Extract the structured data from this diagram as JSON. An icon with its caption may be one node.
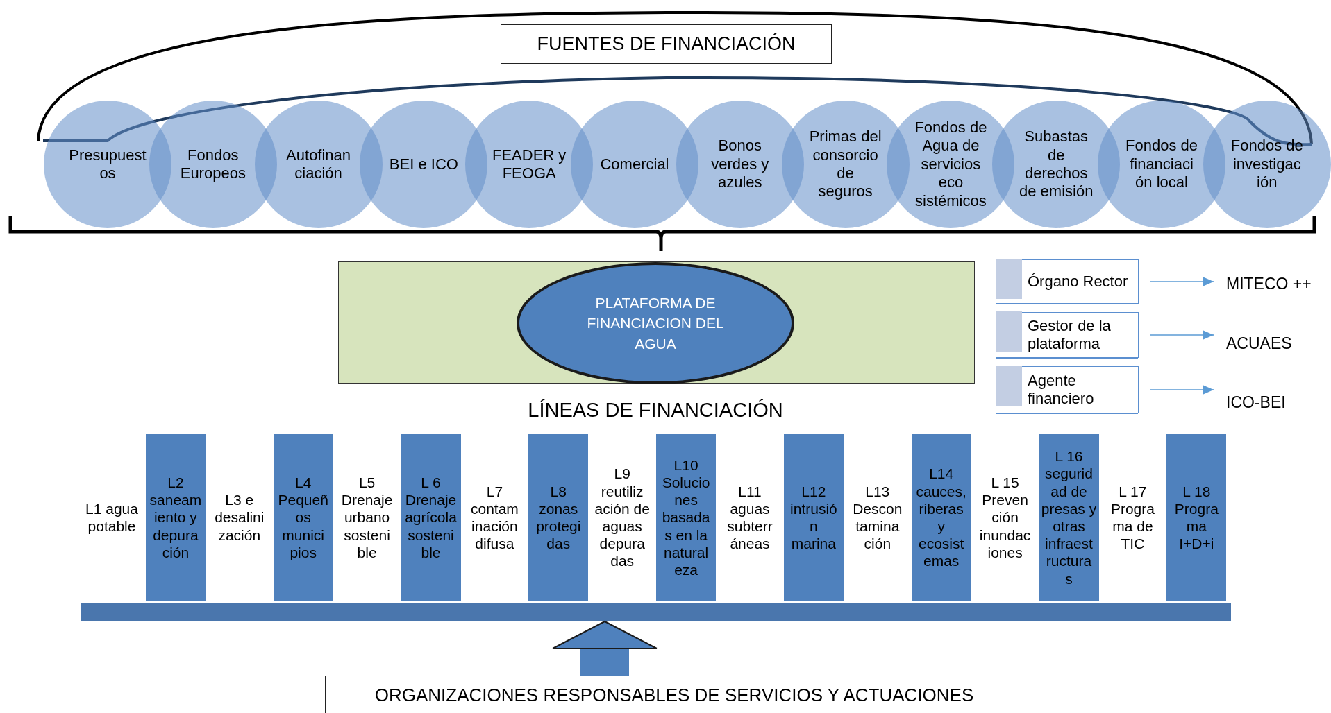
{
  "diagram": {
    "nodes": [
      {
        "text": [
          "FUENTES DE FINANCIACIÓN"
        ]
      },
      {
        "text": [
          "Presupuest os"
        ]
      },
      {
        "text": [
          "Fondos Europeos"
        ]
      },
      {
        "text": [
          "Autofinan ciación"
        ]
      },
      {
        "text": [
          "BEI e ICO"
        ]
      },
      {
        "text": [
          "FEADER y FEOGA"
        ]
      },
      {
        "text": [
          "Comercial"
        ]
      },
      {
        "text": [
          "Bonos verdes y azules"
        ]
      },
      {
        "text": [
          "Primas del consorcio de seguros"
        ]
      },
      {
        "text": [
          "Fondos de Agua de servicios eco sistémicos"
        ]
      },
      {
        "text": [
          "Subastas de derechos de emisión"
        ]
      },
      {
        "text": [
          "Fondos de financiaci ón local"
        ]
      },
      {
        "text": [
          "Fondos de investigac ión"
        ]
      },
      {
        "text": [],
        "shape": "box"
      },
      {
        "text": [
          "PLATAFORMA DE FINANCIACION DEL AGUA"
        ],
        "in": 13
      },
      {
        "text": [
          "Órgano Rector"
        ]
      },
      {
        "text": [
          "MITECO ++"
        ]
      },
      {
        "text": [
          "Gestor de la plataforma"
        ]
      },
      {
        "text": [
          "ACUAES"
        ]
      },
      {
        "text": [
          "Agente financiero"
        ]
      },
      {
        "text": [
          "ICO-BEI"
        ]
      },
      {
        "text": [
          "L1 agua potable"
        ]
      },
      {
        "text": [
          "L2 saneam iento y depura ción"
        ]
      },
      {
        "text": [
          "L3 e desalini zación"
        ]
      },
      {
        "text": [
          "L4 Pequeñ os munici pios"
        ]
      },
      {
        "text": [
          "L5 Drenaje urbano sosteni ble"
        ]
      },
      {
        "text": [
          "L 6 Drenaje agrícola sosteni ble"
        ]
      },
      {
        "text": [
          "L7 contam inación difusa"
        ]
      },
      {
        "text": [
          "L8 zonas protegi das"
        ]
      },
      {
        "text": [
          "L9 reutiliz ación de aguas depura das"
        ]
      },
      {
        "text": [
          "L10 Solucio nes basada s en la natural eza"
        ]
      },
      {
        "text": [
          "L11 aguas subterr áneas"
        ]
      },
      {
        "text": [
          "L12 intrusió n marina"
        ]
      },
      {
        "text": [
          "L13 Descon tamina ción"
        ]
      },
      {
        "text": [
          "L14 cauces, riberas y ecosist emas"
        ]
      },
      {
        "text": [
          "L 15 Preven ción inundac iones"
        ]
      },
      {
        "text": [
          "L 16 segurid ad de presas y otras infraest ructura s"
        ]
      },
      {
        "text": [
          "L 17 Progra ma de TIC"
        ]
      },
      {
        "text": [
          "L 18 Progra ma I+D+i"
        ]
      },
      {
        "text": [],
        "shape": "bar"
      },
      {
        "text": [
          "ORGANIZACIONES RESPONSABLES DE SERVICIOS Y ACTUACIONES"
        ]
      }
    ],
    "edges": [
      {
        "from": 15,
        "to": 16,
        "arrow": "to"
      },
      {
        "from": 17,
        "to": 18,
        "arrow": "to"
      },
      {
        "from": 19,
        "to": 20,
        "arrow": "to"
      },
      {
        "from": 40,
        "to": 39,
        "arrow": "to",
        "style": "thick",
        "color": "#4f81bd"
      }
    ],
    "labels": [
      "LÍNEAS DE FINANCIACIÓN"
    ]
  }
}
